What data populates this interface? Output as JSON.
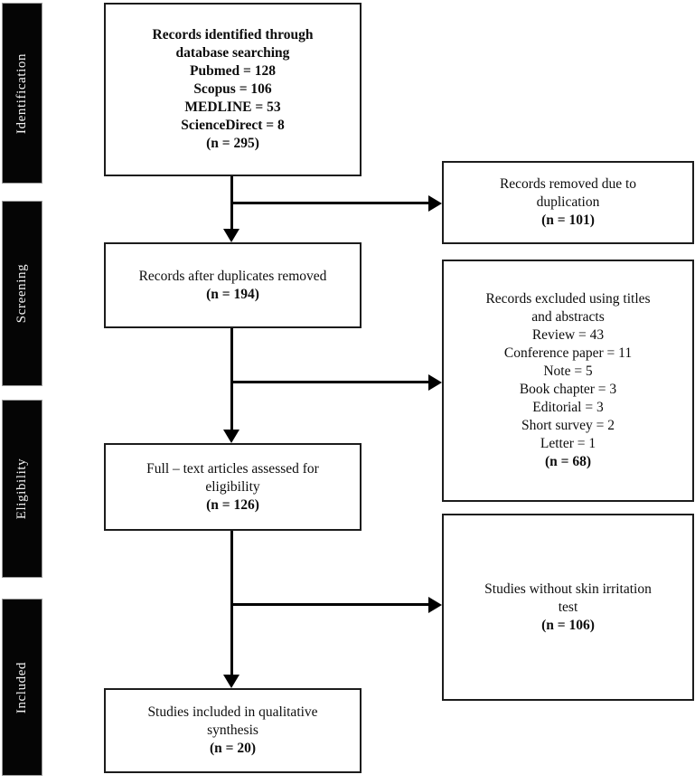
{
  "figure": {
    "type": "prisma-flow-diagram",
    "colors": {
      "background": "#ffffff",
      "bar_background": "#050505",
      "bar_text": "#f4f4f4",
      "box_border": "#1c1c1c",
      "arrow": "#000000"
    },
    "phases": [
      {
        "label": "Identification"
      },
      {
        "label": "Screening"
      },
      {
        "label": "Eligibility"
      },
      {
        "label": "Included"
      }
    ],
    "boxes": {
      "identified": {
        "lines": [
          "Records identified through",
          "database searching",
          "Pubmed = 128",
          "Scopus = 106",
          "MEDLINE = 53",
          "ScienceDirect = 8",
          "(n = 295)"
        ]
      },
      "removed_duplication": {
        "lines": [
          "Records removed due to",
          "duplication",
          "(n = 101)"
        ]
      },
      "after_duplicates": {
        "lines": [
          "Records after duplicates removed",
          "(n = 194)"
        ]
      },
      "excluded_titles": {
        "lines": [
          "Records excluded using titles",
          "and abstracts",
          "Review = 43",
          "Conference paper = 11",
          "Note = 5",
          "Book chapter = 3",
          "Editorial = 3",
          "Short survey = 2",
          "Letter = 1",
          "(n = 68)"
        ]
      },
      "fulltext_assessed": {
        "lines": [
          "Full – text articles assessed for",
          "eligibility",
          "(n = 126)"
        ]
      },
      "without_skin_test": {
        "lines": [
          "Studies without skin irritation",
          "test",
          "(n = 106)"
        ]
      },
      "qualitative_synthesis": {
        "lines": [
          "Studies included in qualitative",
          "synthesis",
          "(n = 20)"
        ]
      }
    }
  }
}
